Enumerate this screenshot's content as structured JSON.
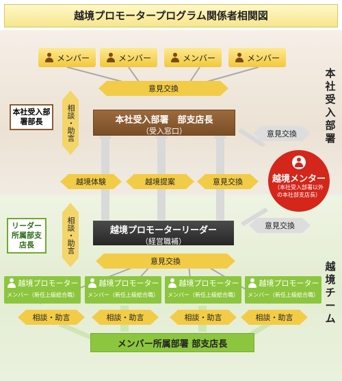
{
  "title": "越境プロモータープログラム関係者相関図",
  "labels": {
    "honsha": "本社受入部署",
    "ekkyo": "越境チーム"
  },
  "members": [
    {
      "label": "メンバー"
    },
    {
      "label": "メンバー"
    },
    {
      "label": "メンバー"
    },
    {
      "label": "メンバー"
    }
  ],
  "top_exchange": "意見交換",
  "hq": {
    "title": "本社受入部署　部支店長",
    "sub": "（受入窓口）"
  },
  "left_consult_top": "相談・助言",
  "left_box_top": "本社受入部署部長",
  "right_exchange_top": "意見交換",
  "mid": [
    "越境体験",
    "越境提案",
    "意見交換"
  ],
  "mentor": {
    "title": "越境メンター",
    "sub": "（本社受入部署以外の本社部支店長）"
  },
  "leader": {
    "title": "越境プロモーターリーダー",
    "sub": "（経営職補）"
  },
  "left_consult_bottom": "相談・助言",
  "left_box_bottom": "リーダー所属部支店長",
  "right_exchange_bottom": "意見交換",
  "bottom_exchange": "意見交換",
  "promoters": [
    {
      "title": "越境プロモーター",
      "sub": "メンバー（新任上級総合職）"
    },
    {
      "title": "越境プロモーター",
      "sub": "メンバー（新任上級総合職）"
    },
    {
      "title": "越境プロモーター",
      "sub": "メンバー（新任上級総合職）"
    },
    {
      "title": "越境プロモーター",
      "sub": "メンバー（新任上級総合職）"
    }
  ],
  "bottom_consults": [
    "相談・助言",
    "相談・助言",
    "相談・助言",
    "相談・助言"
  ],
  "bottom_box": "メンバー所属部署 部支店長",
  "colors": {
    "gold": "#f3cc47",
    "brown": "#8a5a30",
    "dark": "#333333",
    "green": "#8cc63e",
    "red": "#d4261b"
  }
}
